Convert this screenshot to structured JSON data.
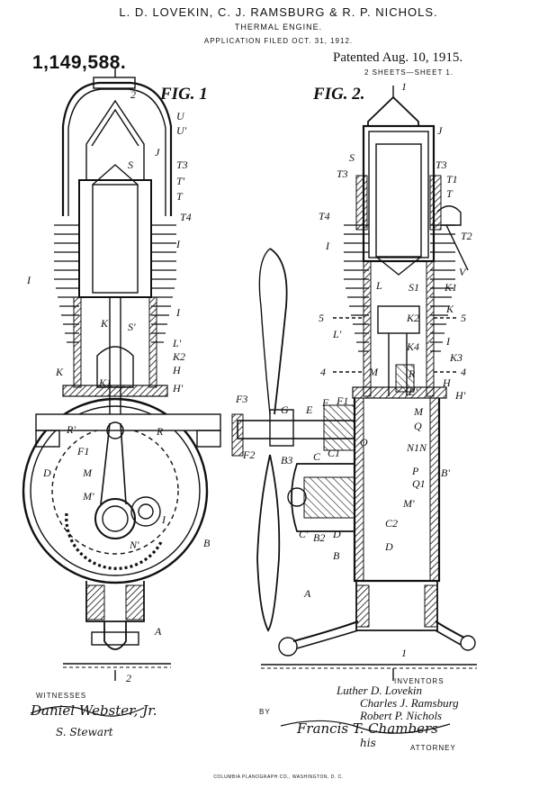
{
  "header": {
    "inventors_line": "L. D. LOVEKIN, C. J. RAMSBURG & R. P. NICHOLS.",
    "title": "THERMAL ENGINE.",
    "application": "APPLICATION FILED OCT. 31, 1912."
  },
  "patent": {
    "number": "1,149,588.",
    "date": "Patented Aug. 10, 1915.",
    "sheets": "2 SHEETS—SHEET 1."
  },
  "figures": [
    {
      "label": "FIG. 1"
    },
    {
      "label": "FIG. 2."
    }
  ],
  "fig1_labels": [
    "2",
    "U",
    "U'",
    "J",
    "S",
    "T3",
    "T'",
    "T",
    "T4",
    "I",
    "I",
    "I",
    "K'",
    "S'",
    "L'",
    "K2",
    "H",
    "K",
    "K1",
    "H'",
    "R'",
    "R",
    "F1",
    "D",
    "M",
    "M'",
    "I",
    "N'",
    "B",
    "A",
    "2"
  ],
  "fig2_labels": [
    "1",
    "J",
    "S",
    "T3",
    "T3",
    "T1",
    "T",
    "T4",
    "T2",
    "I",
    "V",
    "L",
    "S1",
    "K1",
    "5",
    "K2",
    "K",
    "5",
    "L'",
    "K4",
    "I",
    "K3",
    "4",
    "M",
    "R",
    "4",
    "H",
    "E'",
    "H'",
    "F3",
    "G",
    "E",
    "F",
    "F1",
    "M",
    "Q",
    "F2",
    "B3",
    "C",
    "C1",
    "O",
    "N1",
    "N",
    "B'",
    "P",
    "Q1",
    "M'",
    "C'",
    "B2",
    "D",
    "C2",
    "B",
    "D",
    "A",
    "1"
  ],
  "footer": {
    "witnesses_label": "WITNESSES",
    "witness1": "Daniel Webster, Jr.",
    "witness2": "S. Stewart",
    "by_label": "BY",
    "inventors_label": "INVENTORS",
    "inventor1": "Luther D. Lovekin",
    "inventor2": "Charles J. Ramsburg",
    "inventor3": "Robert P. Nichols",
    "attorney_signature": "Francis T. Chambers",
    "attorney_signature2": "his",
    "attorney_label": "ATTORNEY",
    "printer": "COLUMBIA PLANOGRAPH CO., WASHINGTON, D. C."
  }
}
